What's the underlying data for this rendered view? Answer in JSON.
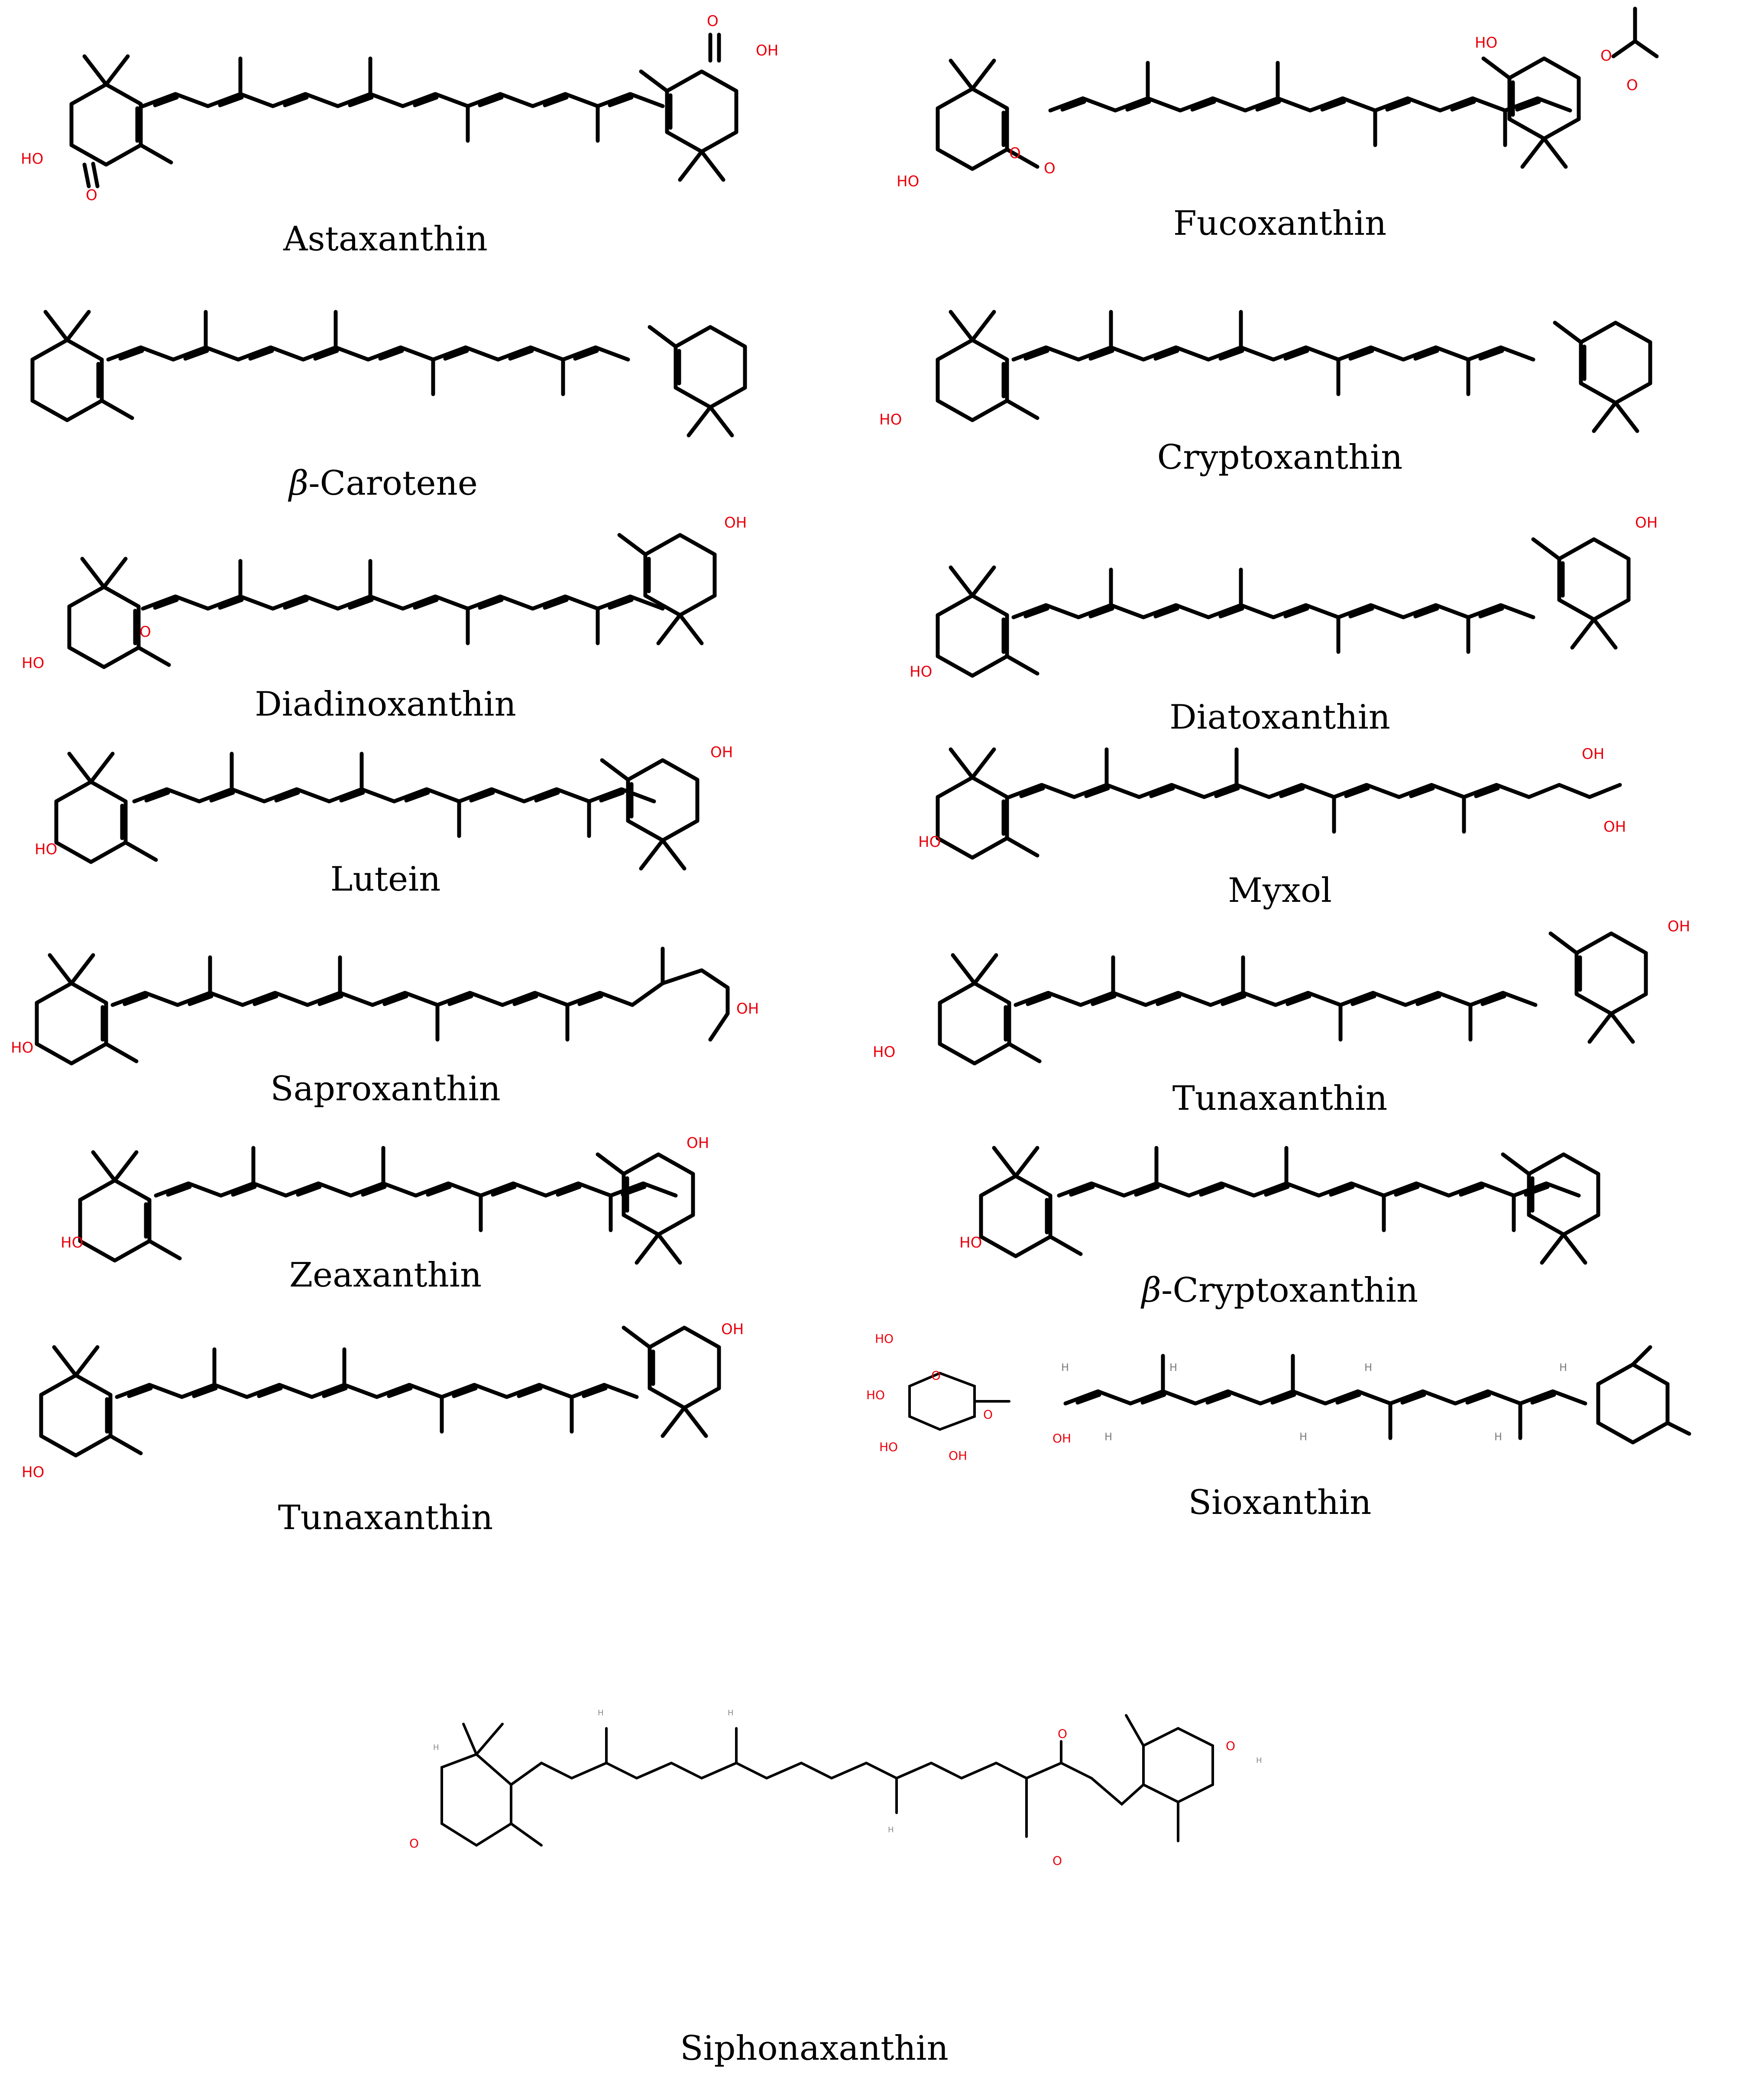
{
  "labels": {
    "oh": "OH",
    "ho": "HO",
    "o": "O",
    "h": "H"
  },
  "molecules": [
    {
      "id": "astaxanthin",
      "name": "Astaxanthin"
    },
    {
      "id": "fucoxanthin",
      "name": "Fucoxanthin"
    },
    {
      "id": "beta-carotene",
      "name_prefix": "β",
      "name": "-Carotene"
    },
    {
      "id": "cryptoxanthin",
      "name": "Cryptoxanthin"
    },
    {
      "id": "diadinoxanthin",
      "name": "Diadinoxanthin"
    },
    {
      "id": "diatoxanthin",
      "name": "Diatoxanthin"
    },
    {
      "id": "lutein",
      "name": "Lutein"
    },
    {
      "id": "myxol",
      "name": "Myxol"
    },
    {
      "id": "saproxanthin",
      "name": "Saproxanthin"
    },
    {
      "id": "tunaxanthin-right",
      "name": "Tunaxanthin"
    },
    {
      "id": "zeaxanthin",
      "name": "Zeaxanthin"
    },
    {
      "id": "beta-cryptoxanthin",
      "name_prefix": "β",
      "name": "-Cryptoxanthin"
    },
    {
      "id": "tunaxanthin-left",
      "name": "Tunaxanthin"
    },
    {
      "id": "sioxanthin",
      "name": "Sioxanthin"
    },
    {
      "id": "siphonaxanthin",
      "name": "Siphonaxanthin"
    }
  ]
}
